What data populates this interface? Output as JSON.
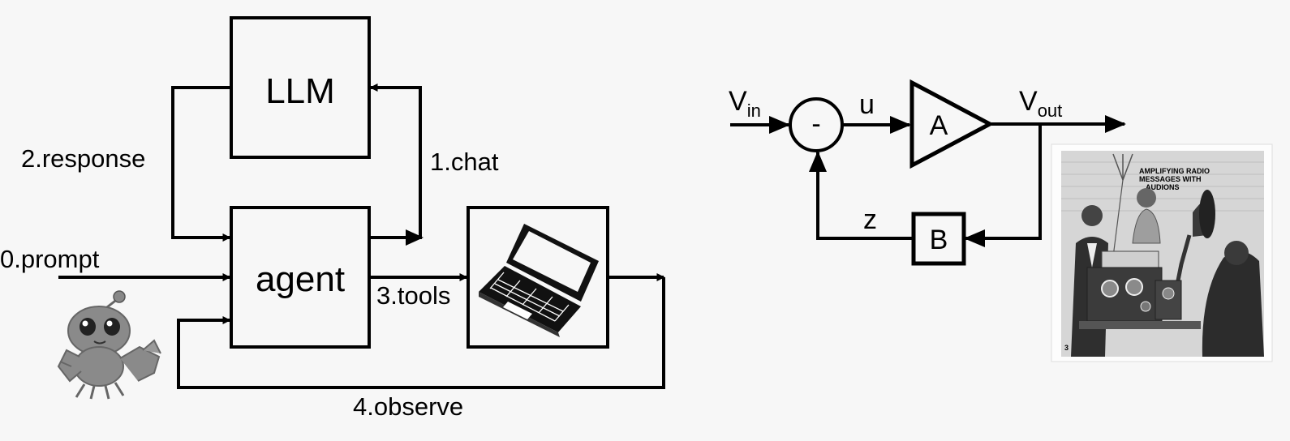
{
  "agent_loop": {
    "llm_label": "LLM",
    "agent_label": "agent",
    "chat_label": "1.chat",
    "response_label": "2.response",
    "prompt_label": "0.prompt",
    "tools_label": "3.tools",
    "observe_label": "4.observe",
    "mascot_icon": "crab-robot-mascot-icon",
    "computer_icon": "laptop-icon"
  },
  "feedback_amp": {
    "v_main": "V",
    "v_in_sub": "in",
    "v_out_sub": "out",
    "sum_sign": "-",
    "u_label": "u",
    "amp_label": "A",
    "z_label": "z",
    "feedback_label": "B"
  },
  "vintage_illustration": {
    "caption_line1": "AMPLIFYING RADIO",
    "caption_line2": "MESSAGES WITH",
    "caption_line3": "AUDIONS",
    "plate_number": "3"
  },
  "colors": {
    "background": "#f7f7f7",
    "stroke": "#000000"
  }
}
